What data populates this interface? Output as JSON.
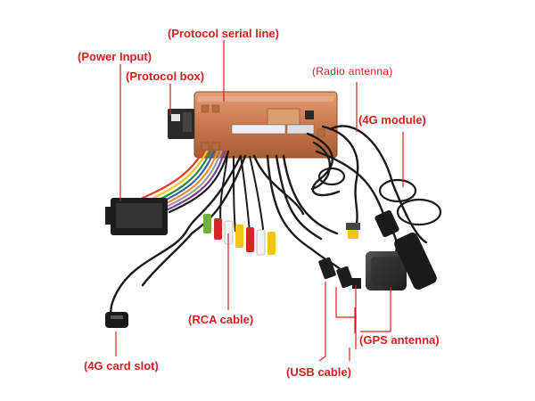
{
  "labels": {
    "protocol_serial_line": "(Protocol serial line)",
    "power_input": "(Power Input)",
    "protocol_box": "(Protocol box)",
    "radio_antenna": "(Radio antenna)",
    "module_4g": "(4G module)",
    "rca_cable": "(RCA cable)",
    "gps_antenna": "(GPS antenna)",
    "card_slot_4g": "(4G card slot)",
    "usb_cable": "(USB cable)"
  },
  "colors": {
    "label_red": "#d81e1e",
    "head_unit_copper": "#c9774c",
    "cable_black": "#1b1b1b",
    "rca_red": "#d3262b",
    "rca_yellow": "#f0c419",
    "rca_white": "#f4f4f4",
    "rca_green": "#6fb23b",
    "wire_colors": [
      "#e33b2e",
      "#f0c419",
      "#2c8a3c",
      "#2d5fb5",
      "#f08a1c",
      "#9c9c9c",
      "#ffffff",
      "#7a3fa0"
    ]
  },
  "icons": [
    "head-unit",
    "protocol-box",
    "power-connector",
    "rca-plugs",
    "usb-plugs",
    "gps-antenna-puck",
    "4g-module-stick",
    "radio-antenna-plug",
    "4g-card-slot-puck"
  ]
}
